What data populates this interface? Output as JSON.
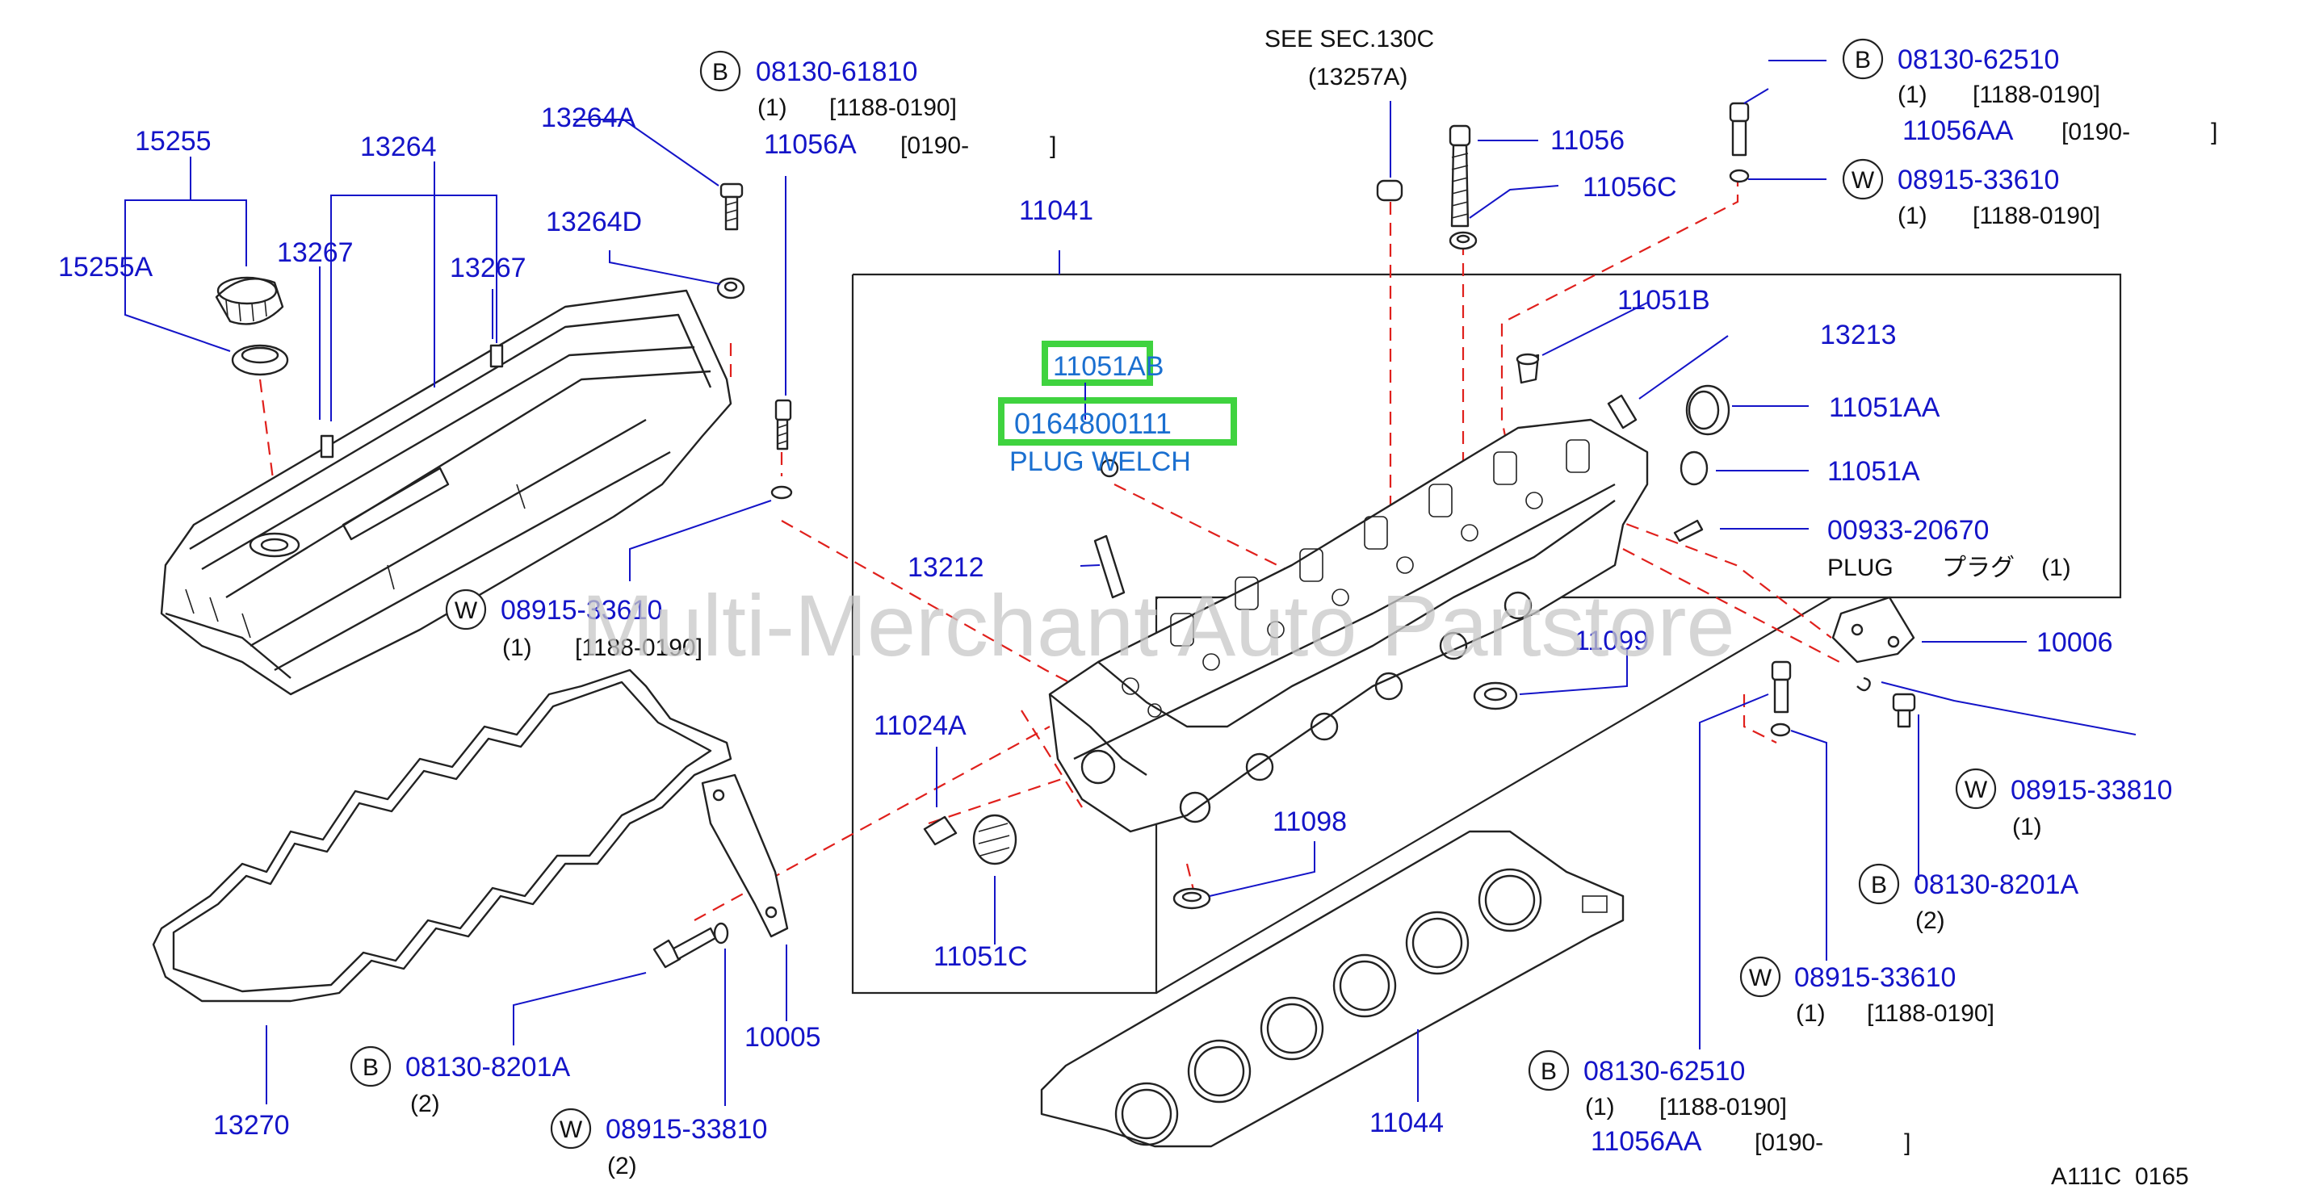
{
  "colors": {
    "part_number": "#1414c8",
    "text": "#111111",
    "leader": "#1414c8",
    "phantom": "#e0201c",
    "highlight_box": "#3fd33f",
    "highlight_text": "#1a6fd0",
    "watermark": "#c8c8c8"
  },
  "watermark": "Multi-Merchant Auto Partstore",
  "diagram_code": "A111C  0165",
  "see_section": {
    "line1": "SEE   SEC.130C",
    "line2": "(13257A)"
  },
  "highlight": {
    "part": "11051AB",
    "number": "0164800111",
    "name": "PLUG WELCH"
  },
  "plug_note": {
    "label": "PLUG",
    "jp": "プラグ",
    "qty": "(1)"
  },
  "parts": {
    "p15255": "15255",
    "p15255a": "15255A",
    "p13264": "13264",
    "p13267a": "13267",
    "p13267b": "13267",
    "p13264a": "13264A",
    "p13264d": "13264D",
    "p11041": "11041",
    "p11056": "11056",
    "p11056c": "11056C",
    "p11051b": "11051B",
    "p13213": "13213",
    "p11051aa": "11051AA",
    "p11051a": "11051A",
    "p00933": "00933-20670",
    "p13212": "13212",
    "p11099": "11099",
    "p10006": "10006",
    "p11024a": "11024A",
    "p11098": "11098",
    "p11051c": "11051C",
    "p13270": "13270",
    "p10005": "10005",
    "p11044": "11044"
  },
  "callouts": {
    "b1": {
      "mark": "B",
      "number": "08130-61810",
      "qty": "(1)",
      "range": "[1188-0190]",
      "alt_part": "11056A",
      "alt_range": "[0190-            ]"
    },
    "b2": {
      "mark": "B",
      "number": "08130-62510",
      "qty": "(1)",
      "range": "[1188-0190]",
      "alt_part": "11056AA",
      "alt_range": "[0190-            ]"
    },
    "w1": {
      "mark": "W",
      "number": "08915-33610",
      "qty": "(1)",
      "range": "[1188-0190]"
    },
    "w2": {
      "mark": "W",
      "number": "08915-33610",
      "qty": "(1)",
      "range": "[1188-0190]"
    },
    "w3": {
      "mark": "W",
      "number": "08915-33810",
      "qty": "(1)"
    },
    "b3": {
      "mark": "B",
      "number": "08130-8201A",
      "qty": "(2)"
    },
    "w4": {
      "mark": "W",
      "number": "08915-33610",
      "qty": "(1)",
      "range": "[1188-0190]"
    },
    "b4": {
      "mark": "B",
      "number": "08130-62510",
      "qty": "(1)",
      "range": "[1188-0190]",
      "alt_part": "11056AA",
      "alt_range": "[0190-            ]"
    },
    "b5": {
      "mark": "B",
      "number": "08130-8201A",
      "qty": "(2)"
    },
    "w5": {
      "mark": "W",
      "number": "08915-33810",
      "qty": "(2)"
    }
  }
}
